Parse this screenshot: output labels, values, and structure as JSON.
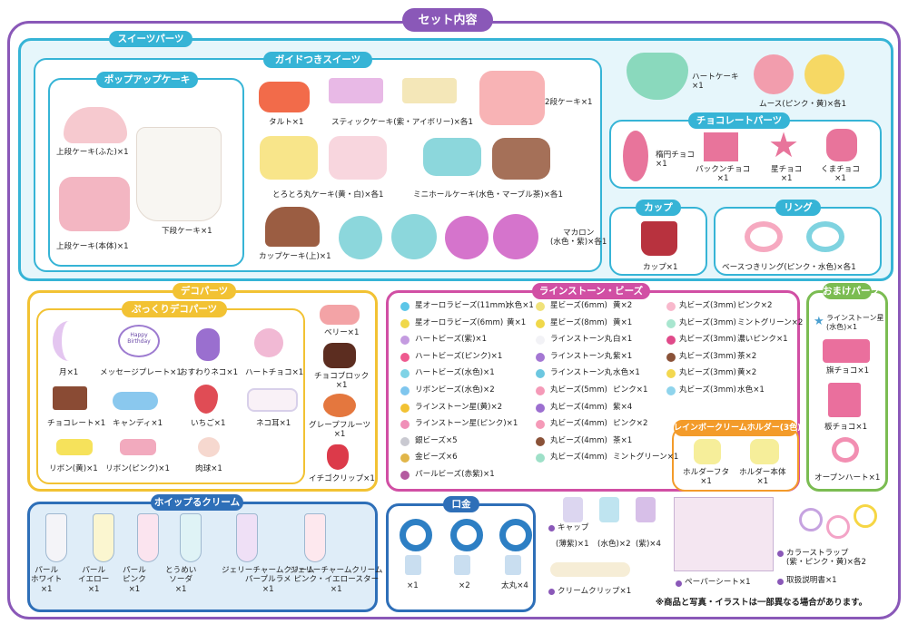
{
  "title": "セット内容",
  "sections": {
    "sweets": "スイーツパーツ",
    "guide": "ガイドつきスイーツ",
    "popup": "ポップアップケーキ",
    "choco": "チョコレートパーツ",
    "cup": "カップ",
    "ring": "リング",
    "deco": "デコパーツ",
    "pukkuri": "ぷっくりデコパーツ",
    "rhinestone": "ラインストーン・ビーズ",
    "bonus": "おまけパーツ",
    "rainbow": "レインボークリームホルダー(3色)",
    "whip": "ホイップるクリーム",
    "kuchigane": "口金"
  },
  "popup": {
    "top_lid": "上段ケーキ(ふた)×1",
    "top_body": "上段ケーキ(本体)×1",
    "bottom": "下段ケーキ×1"
  },
  "guide": {
    "tart": "タルト×1",
    "stick": "スティックケーキ(紫・アイボリー)×各1",
    "tier2": "2段ケーキ×1",
    "torotoro": "とろとろ丸ケーキ(黄・白)×各1",
    "mini": "ミニホールケーキ(水色・マーブル茶)×各1",
    "cupcake": "カップケーキ(上)×1",
    "macaron": "マカロン\n(水色・紫)×各1"
  },
  "misc": {
    "heart_cake": "ハートケーキ\n×1",
    "mousse": "ムース(ピンク・黄)×各1"
  },
  "choco": {
    "oval": "楕円チョコ\n×1",
    "pakkun": "パックンチョコ\n×1",
    "star": "星チョコ\n×1",
    "bear": "くまチョコ\n×1"
  },
  "cup": {
    "label": "カップ×1"
  },
  "ring": {
    "label": "ベースつきリング(ピンク・水色)×各1"
  },
  "pukkuri": {
    "moon": "月×1",
    "message": "メッセージプレート×1",
    "plate_text": "Happy Birthday",
    "cat": "おすわりネコ×1",
    "heart_choco": "ハートチョコ×1",
    "choco_bar": "チョコレート×1",
    "candy": "キャンディ×1",
    "strawberry": "いちご×1",
    "cat_ear": "ネコ耳×1",
    "ribbon_y": "リボン(黄)×1",
    "ribbon_p": "リボン(ピンク)×1",
    "paw": "肉球×1"
  },
  "deco_side": {
    "berry": "ベリー×1",
    "choco_block": "チョコブロック\n×1",
    "grapefruit": "グレープフルーツ\n×1",
    "strawberry_clip": "イチゴクリップ×1"
  },
  "stones_col1": [
    {
      "name": "星オーロラビーズ(11mm)",
      "color": "水色×1"
    },
    {
      "name": "星オーロラビーズ(6mm)",
      "color": "黄×1"
    },
    {
      "name": "ハートビーズ(紫)×1",
      "color": ""
    },
    {
      "name": "ハートビーズ(ピンク)×1",
      "color": ""
    },
    {
      "name": "ハートビーズ(水色)×1",
      "color": ""
    },
    {
      "name": "リボンビーズ(水色)×2",
      "color": ""
    },
    {
      "name": "ラインストーン星(黄)×2",
      "color": ""
    },
    {
      "name": "ラインストーン星(ピンク)×1",
      "color": ""
    },
    {
      "name": "銀ビーズ×5",
      "color": ""
    },
    {
      "name": "金ビーズ×6",
      "color": ""
    },
    {
      "name": "パールビーズ(赤紫)×1",
      "color": ""
    }
  ],
  "stones_col2": [
    {
      "name": "星ビーズ(6mm)",
      "color": "黄×2"
    },
    {
      "name": "星ビーズ(8mm)",
      "color": "黄×1"
    },
    {
      "name": "ラインストーン丸",
      "color": "白×1"
    },
    {
      "name": "ラインストーン丸",
      "color": "紫×1"
    },
    {
      "name": "ラインストーン丸",
      "color": "水色×1"
    },
    {
      "name": "丸ビーズ(5mm)",
      "color": "ピンク×1"
    },
    {
      "name": "丸ビーズ(4mm)",
      "color": "紫×4"
    },
    {
      "name": "丸ビーズ(4mm)",
      "color": "ピンク×2"
    },
    {
      "name": "丸ビーズ(4mm)",
      "color": "茶×1"
    },
    {
      "name": "丸ビーズ(4mm)",
      "color": "ミントグリーン×1"
    }
  ],
  "stones_col3": [
    {
      "name": "丸ビーズ(3mm)",
      "color": "ピンク×2"
    },
    {
      "name": "丸ビーズ(3mm)",
      "color": "ミントグリーン×2"
    },
    {
      "name": "丸ビーズ(3mm)",
      "color": "濃いピンク×1"
    },
    {
      "name": "丸ビーズ(3mm)",
      "color": "茶×2"
    },
    {
      "name": "丸ビーズ(3mm)",
      "color": "黄×2"
    },
    {
      "name": "丸ビーズ(3mm)",
      "color": "水色×1"
    }
  ],
  "rainbow": {
    "lid": "ホルダーフタ\n×1",
    "body": "ホルダー本体\n×1"
  },
  "bonus": {
    "star": "ラインストーン星\n(水色)×1",
    "flag": "旗チョコ×1",
    "plank": "板チョコ×1",
    "heart": "オープンハート×1"
  },
  "whip": [
    {
      "name": "パール\nホワイト\n×1"
    },
    {
      "name": "パール\nイエロー\n×1"
    },
    {
      "name": "パール\nピンク\n×1"
    },
    {
      "name": "とうめい\nソーダ\n×1"
    },
    {
      "name": "ジェリーチャームクリーム\nパープルラメ\n×1"
    },
    {
      "name": "ジェリーチャームクリーム\nピンク・イエロースター\n×1"
    }
  ],
  "kuchigane": {
    "a": "×1",
    "b": "×2",
    "c": "太丸×4"
  },
  "caps": {
    "label": "キャップ",
    "sub": "(薄紫)×1",
    "mid": "(水色)×2",
    "right": "(紫)×4"
  },
  "cream_clip": "クリームクリップ×1",
  "paper": "ペーパーシート×1",
  "strap": "カラーストラップ\n(紫・ピンク・黄)×各2",
  "manual": "取扱説明書×1",
  "disclaimer": "※商品と写真・イラストは一部異なる場合があります。",
  "colors": {
    "frame": "#8a58b8",
    "sweets": "#36b4d6",
    "deco": "#f2c233",
    "rhine": "#d14fa4",
    "bonus": "#7bbc52",
    "whip": "#2e6fb8",
    "rainbow": "#f39b2a"
  }
}
